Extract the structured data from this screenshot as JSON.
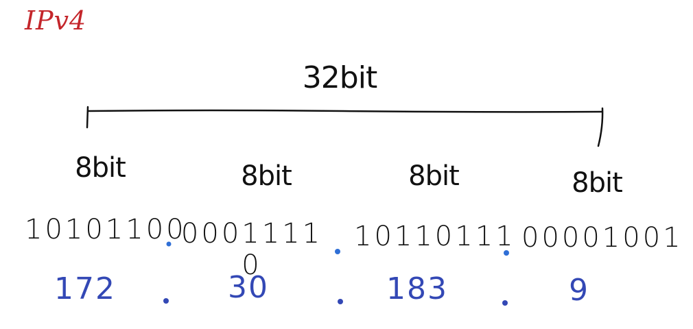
{
  "title": "IPv4",
  "total_bits_label": "32bit",
  "octets": [
    {
      "bits_label": "8bit",
      "binary": "10101100",
      "decimal": "172"
    },
    {
      "bits_label": "8bit",
      "binary": "0001111 0",
      "decimal": "30"
    },
    {
      "bits_label": "8bit",
      "binary": "10110111",
      "decimal": "183"
    },
    {
      "bits_label": "8bit",
      "binary": "00001001",
      "decimal": "9"
    }
  ],
  "colors": {
    "title": "#c4262b",
    "text": "#111111",
    "dot_binary": "#2f6fd6",
    "decimal": "#3348b5"
  }
}
